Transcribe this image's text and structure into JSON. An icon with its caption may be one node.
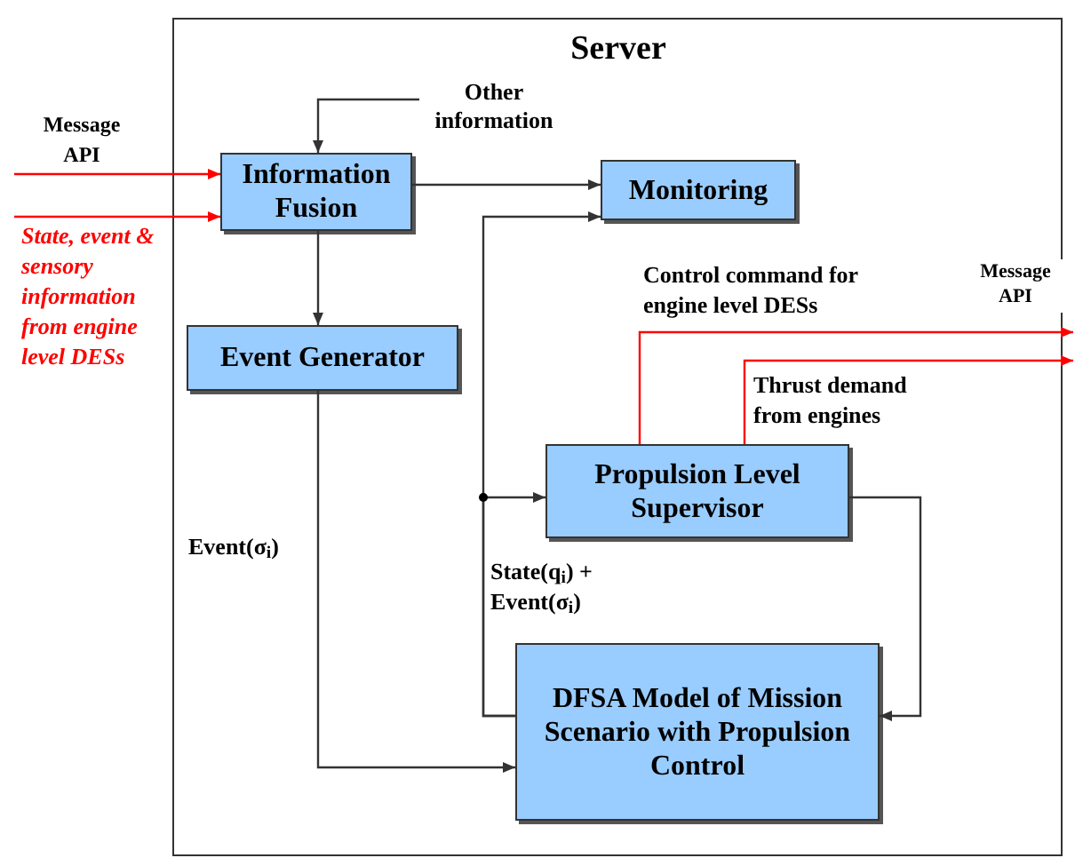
{
  "diagram": {
    "nodes": [
      {
        "text": [
          "Server"
        ]
      },
      {
        "text": [
          "Information Fusion"
        ],
        "in": 0
      },
      {
        "text": [
          "Monitoring"
        ],
        "in": 0
      },
      {
        "text": [
          "Event Generator"
        ],
        "in": 0
      },
      {
        "text": [
          "Propulsion Level Supervisor"
        ],
        "in": 0
      },
      {
        "text": [
          "DFSA Model of Mission Scenario with Propulsion Control"
        ],
        "in": 0
      },
      {
        "text": [
          "Other information"
        ],
        "in": 0
      },
      {
        "text": [
          "Message API"
        ]
      }
    ],
    "edges": [
      {
        "from": null,
        "to": 1,
        "arrow": "to",
        "color": "#ff0000",
        "label": "Message API"
      },
      {
        "from": null,
        "to": 1,
        "arrow": "to",
        "color": "#ff0000",
        "label": "State, event & sensory information from engine level DESs"
      },
      {
        "from": 6,
        "to": 1,
        "arrow": "to"
      },
      {
        "from": 1,
        "to": 2,
        "arrow": "to"
      },
      {
        "from": 1,
        "to": 3,
        "arrow": "to"
      },
      {
        "from": 4,
        "to": 7,
        "arrow": "to",
        "color": "#ff0000",
        "label": "Control command for engine level DESs"
      },
      {
        "from": 4,
        "to": 7,
        "arrow": "to",
        "color": "#ff0000",
        "label": "Thrust demand from engines"
      },
      {
        "from": 4,
        "to": 5,
        "arrow": "to"
      },
      {
        "from": 5,
        "to": 2,
        "arrow": "to"
      },
      {
        "from": 5,
        "to": 4,
        "arrow": "to",
        "label": "State(q$_{i}$) + Event(σ$_{i}$)"
      },
      {
        "from": 3,
        "to": 5,
        "arrow": "to",
        "label": "Event(σ$_{i}$)"
      }
    ]
  }
}
